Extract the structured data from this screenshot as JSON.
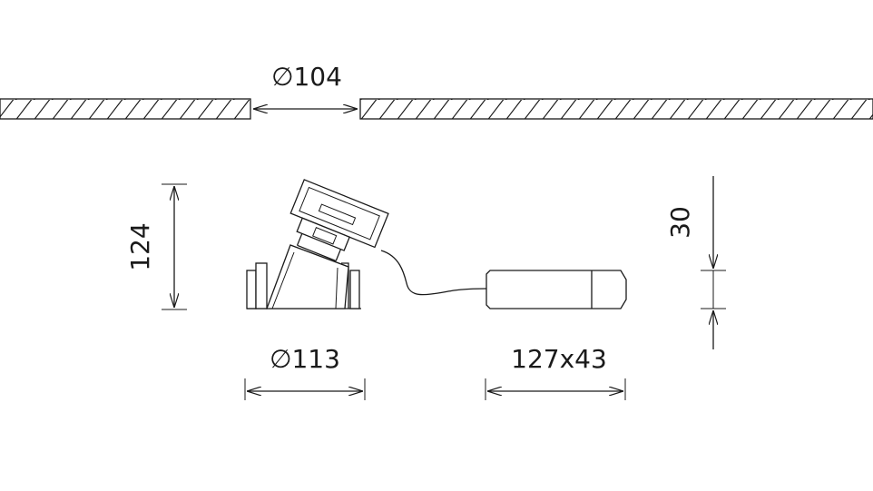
{
  "dimensions": {
    "cutout": "∅104",
    "diameter": "∅113",
    "height": "124",
    "driver_size": "127x43",
    "driver_height": "30"
  }
}
